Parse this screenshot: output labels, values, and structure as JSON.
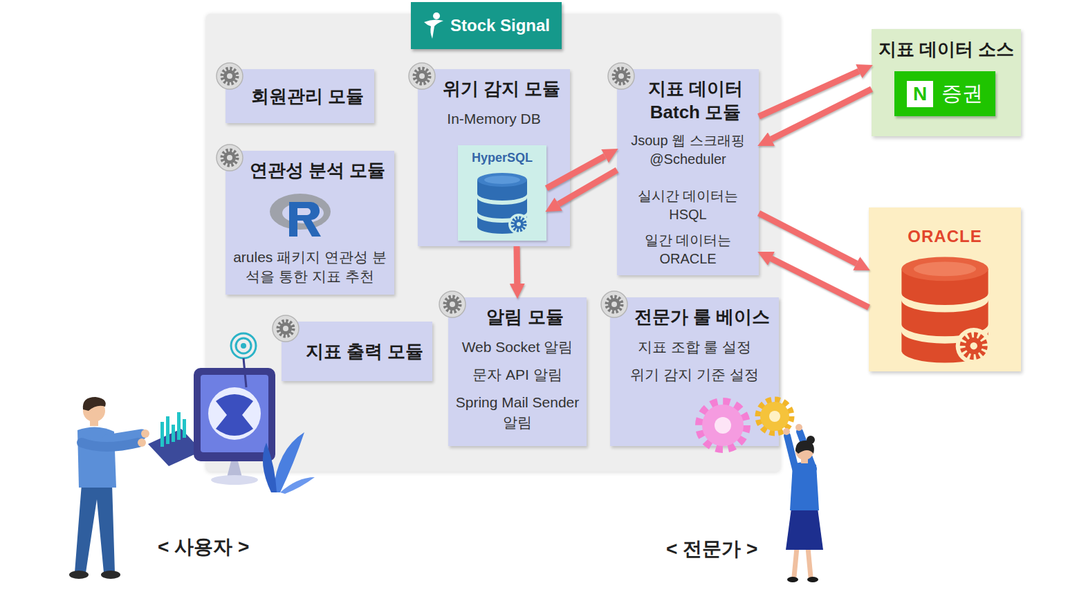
{
  "diagram": {
    "nodes": [
      {
        "text": [
          "Stock Signal"
        ]
      },
      {
        "text": [
          "회원관리 모듈"
        ],
        "in": 0
      },
      {
        "text": [
          "위기 감지 모듈",
          "In-Memory DB"
        ],
        "in": 0
      },
      {
        "text": [
          "HyperSQL"
        ],
        "in": 2
      },
      {
        "text": [
          "지표 데이터 Batch 모듈",
          "Jsoup 웹 스크래핑 @Scheduler",
          "실시간 데이터는 HSQL",
          "일간 데이터는 ORACLE"
        ],
        "in": 0
      },
      {
        "text": [
          "연관성 분석 모듈",
          "arules 패키지 연관성 분석을 통한 지표 추천"
        ],
        "in": 0
      },
      {
        "text": [
          "지표 출력 모듈"
        ],
        "in": 0
      },
      {
        "text": [
          "알림 모듈",
          "Web Socket 알림",
          "문자 API 알림",
          "Spring Mail Sender 알림"
        ],
        "in": 0
      },
      {
        "text": [
          "전문가 룰 베이스",
          "지표 조합 룰 설정",
          "위기 감지 기준 설정"
        ],
        "in": 0
      },
      {
        "text": [
          "지표 데이터 소스"
        ]
      },
      {
        "text": [
          "N",
          "증권"
        ],
        "in": 9
      },
      {
        "text": [
          "ORACLE"
        ]
      }
    ],
    "edges": [
      {
        "from": 3,
        "to": 4,
        "arrow": "to"
      },
      {
        "from": 4,
        "to": 3,
        "arrow": "to"
      },
      {
        "from": 2,
        "to": 7,
        "arrow": "to"
      },
      {
        "from": 4,
        "to": 9,
        "arrow": "to"
      },
      {
        "from": 9,
        "to": 4,
        "arrow": "to"
      },
      {
        "from": 4,
        "to": 11,
        "arrow": "to"
      },
      {
        "from": 11,
        "to": 4,
        "arrow": "to"
      }
    ],
    "labels": [
      "< 사용자 >",
      "< 전문가 >"
    ]
  }
}
